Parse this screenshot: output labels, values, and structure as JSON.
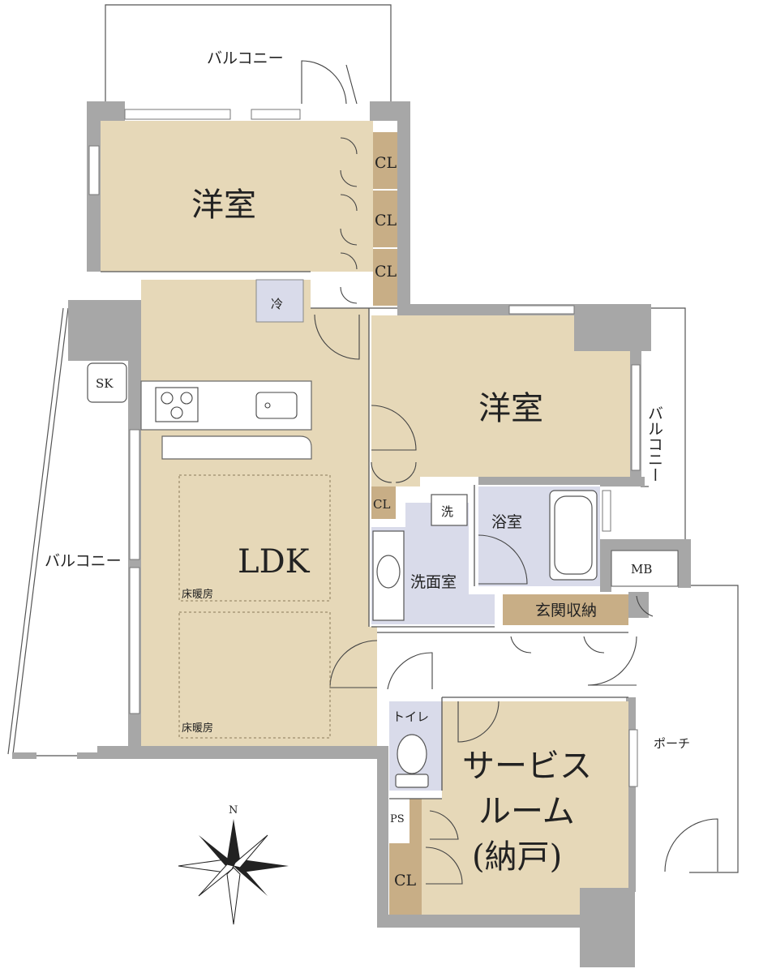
{
  "floorplan": {
    "rooms": {
      "bedroom_nw": "洋室",
      "bedroom_e": "洋室",
      "ldk": "LDK",
      "service_room_line1": "サービス",
      "service_room_line2": "ルーム",
      "service_room_line3": "(納戸)",
      "bathroom": "浴室",
      "washroom": "洗面室",
      "toilet": "トイレ",
      "entrance_storage": "玄関収納"
    },
    "labels": {
      "balcony_top": "バルコニー",
      "balcony_left": "バルコニー",
      "balcony_right": "バルコニー",
      "porch": "ポーチ",
      "closet": "CL",
      "fridge": "冷",
      "sink": "SK",
      "washer": "洗",
      "meter_box": "MB",
      "pipe_space": "PS",
      "floor_heating": "床暖房",
      "north": "N"
    },
    "colors": {
      "room_fill": "#E6D8B8",
      "storage_fill": "#C8AE86",
      "wet_area_fill": "#D9DBEA",
      "wall": "#A7A7A7",
      "line": "#333333"
    }
  }
}
